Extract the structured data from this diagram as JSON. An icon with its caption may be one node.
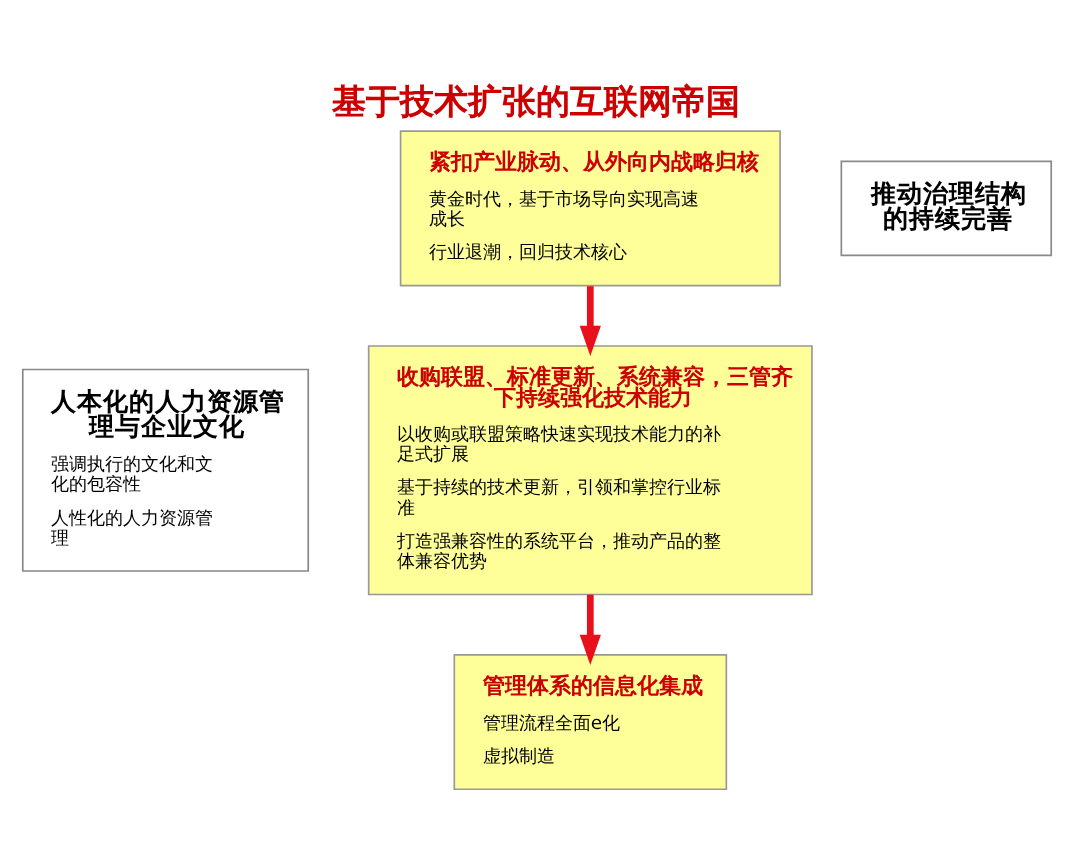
{
  "diagram": {
    "title": "基于技术扩张的互联网帝国",
    "nodes": [
      {
        "text": [
          "紧扣产业脉动、从外向内战略归核",
          "黄金时代，基于市场导向实现高速成长",
          "行业退潮，回归技术核心"
        ]
      },
      {
        "text": [
          "收购联盟、标准更新、系统兼容，三管齐下持续强化技术能力",
          "以收购或联盟策略快速实现技术能力的补足式扩展",
          "基于持续的技术更新，引领和掌控行业标准",
          "打造强兼容性的系统平台，推动产品的整体兼容优势"
        ]
      },
      {
        "text": [
          "管理体系的信息化集成",
          "管理流程全面e化",
          "虚拟制造"
        ]
      },
      {
        "text": [
          "人本化的人力资源管理与企业文化",
          "强调执行的文化和文化的包容性",
          "人性化的人力资源管理"
        ]
      },
      {
        "text": [
          "推动治理结构的持续完善"
        ]
      }
    ],
    "edges": [
      {
        "from": 0,
        "to": 1,
        "arrow": "to"
      },
      {
        "from": 1,
        "to": 2,
        "arrow": "to"
      }
    ]
  }
}
